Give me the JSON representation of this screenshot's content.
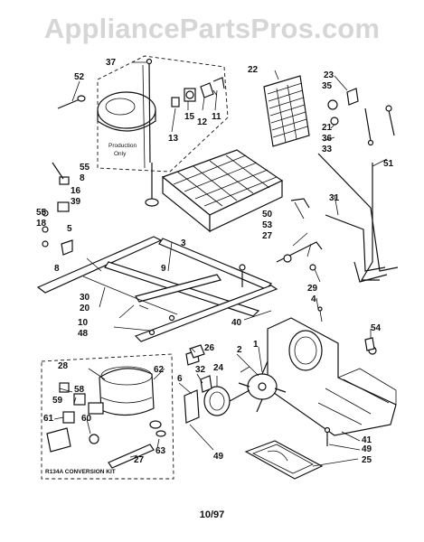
{
  "watermark": "AppliancePartsPros.com",
  "footer": "10/97",
  "notes": {
    "production_only_line1": "Production",
    "production_only_line2": "Only",
    "conversion_kit": "R134A CONVERSION KIT"
  },
  "callouts": {
    "c37": "37",
    "c52": "52",
    "c22": "22",
    "c23": "23",
    "c35": "35",
    "c11": "11",
    "c12": "12",
    "c15": "15",
    "c13": "13",
    "c21": "21",
    "c36": "36",
    "c33": "33",
    "c55a": "55",
    "c8a": "8",
    "c16": "16",
    "c39": "39",
    "c55b": "55",
    "c18": "18",
    "c5": "5",
    "c8b": "8",
    "c3": "3",
    "c51": "51",
    "c31": "31",
    "c50": "50",
    "c53": "53",
    "c27a": "27",
    "c29": "29",
    "c4": "4",
    "c30": "30",
    "c20": "20",
    "c10": "10",
    "c48": "48",
    "c40": "40",
    "c54": "54",
    "c28": "28",
    "c62": "62",
    "c59": "59",
    "c58": "58",
    "c61": "61",
    "c60": "60",
    "c27b": "27",
    "c63": "63",
    "c26": "26",
    "c2": "2",
    "c1": "1",
    "c6": "6",
    "c32": "32",
    "c24": "24",
    "c41": "41",
    "c49a": "49",
    "c25": "25",
    "c49b": "49",
    "c9": "9"
  }
}
